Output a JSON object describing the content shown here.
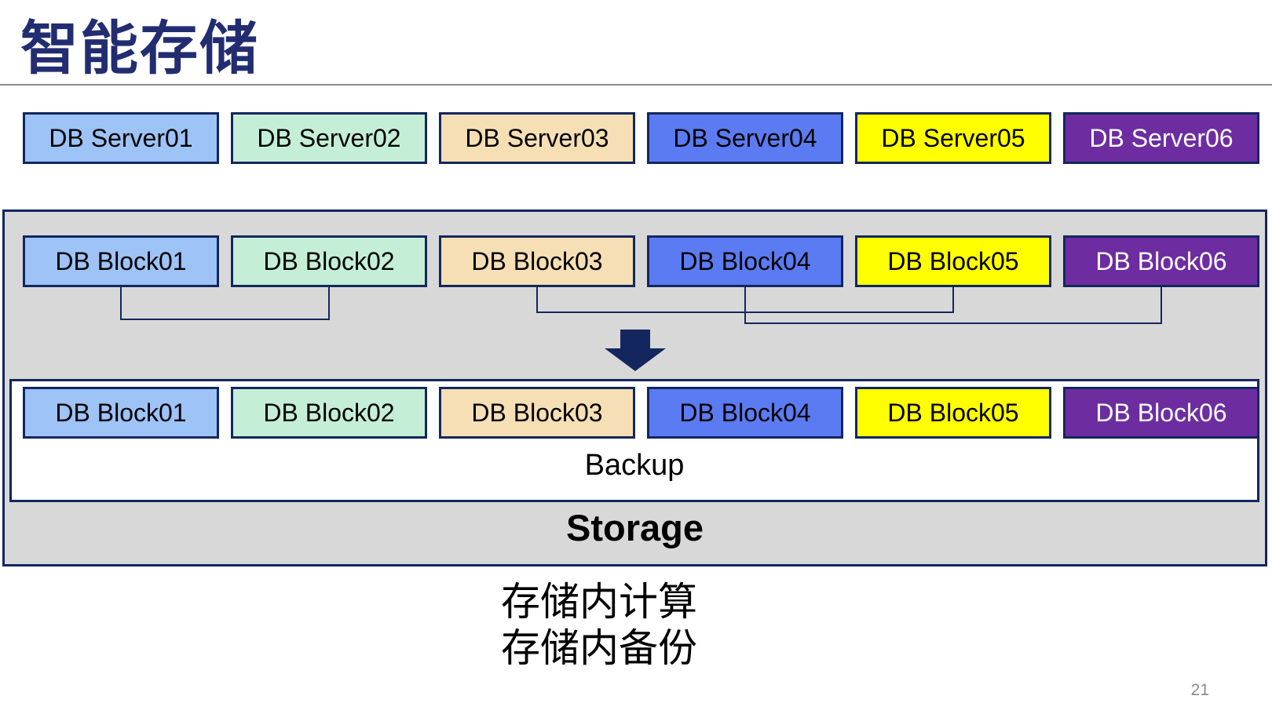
{
  "slide": {
    "title": "智能存储",
    "page_number": "21"
  },
  "colors": {
    "accent_navy": "#13275E",
    "container_gray": "#D8D8D8",
    "divider_gray": "#8C8C8C",
    "title_navy": "#222D71",
    "palette": [
      "#9DC3F7",
      "#C4EFD6",
      "#F6DFB4",
      "#5B7BF2",
      "#FFFF00",
      "#6D2DA0"
    ]
  },
  "server_row": [
    {
      "label": "DB Server01",
      "bg": "#9DC3F7",
      "fg": "#000000"
    },
    {
      "label": "DB Server02",
      "bg": "#C4EFD6",
      "fg": "#000000"
    },
    {
      "label": "DB Server03",
      "bg": "#F6DFB4",
      "fg": "#000000"
    },
    {
      "label": "DB Server04",
      "bg": "#5B7BF2",
      "fg": "#000000"
    },
    {
      "label": "DB Server05",
      "bg": "#FFFF00",
      "fg": "#000000"
    },
    {
      "label": "DB Server06",
      "bg": "#6D2DA0",
      "fg": "#FFFFFF"
    }
  ],
  "storage": {
    "blocks_top": [
      {
        "label": "DB Block01",
        "bg": "#9DC3F7",
        "fg": "#000000"
      },
      {
        "label": "DB Block02",
        "bg": "#C4EFD6",
        "fg": "#000000"
      },
      {
        "label": "DB Block03",
        "bg": "#F6DFB4",
        "fg": "#000000"
      },
      {
        "label": "DB Block04",
        "bg": "#5B7BF2",
        "fg": "#000000"
      },
      {
        "label": "DB Block05",
        "bg": "#FFFF00",
        "fg": "#000000"
      },
      {
        "label": "DB Block06",
        "bg": "#6D2DA0",
        "fg": "#FFFFFF"
      }
    ],
    "blocks_bottom": [
      {
        "label": "DB Block01",
        "bg": "#9DC3F7",
        "fg": "#000000"
      },
      {
        "label": "DB Block02",
        "bg": "#C4EFD6",
        "fg": "#000000"
      },
      {
        "label": "DB Block03",
        "bg": "#F6DFB4",
        "fg": "#000000"
      },
      {
        "label": "DB Block04",
        "bg": "#5B7BF2",
        "fg": "#000000"
      },
      {
        "label": "DB Block05",
        "bg": "#FFFF00",
        "fg": "#000000"
      },
      {
        "label": "DB Block06",
        "bg": "#6D2DA0",
        "fg": "#FFFFFF"
      }
    ],
    "backup_label": "Backup",
    "storage_label": "Storage"
  },
  "caption": {
    "line1": "存储内计算",
    "line2": "存储内备份"
  }
}
